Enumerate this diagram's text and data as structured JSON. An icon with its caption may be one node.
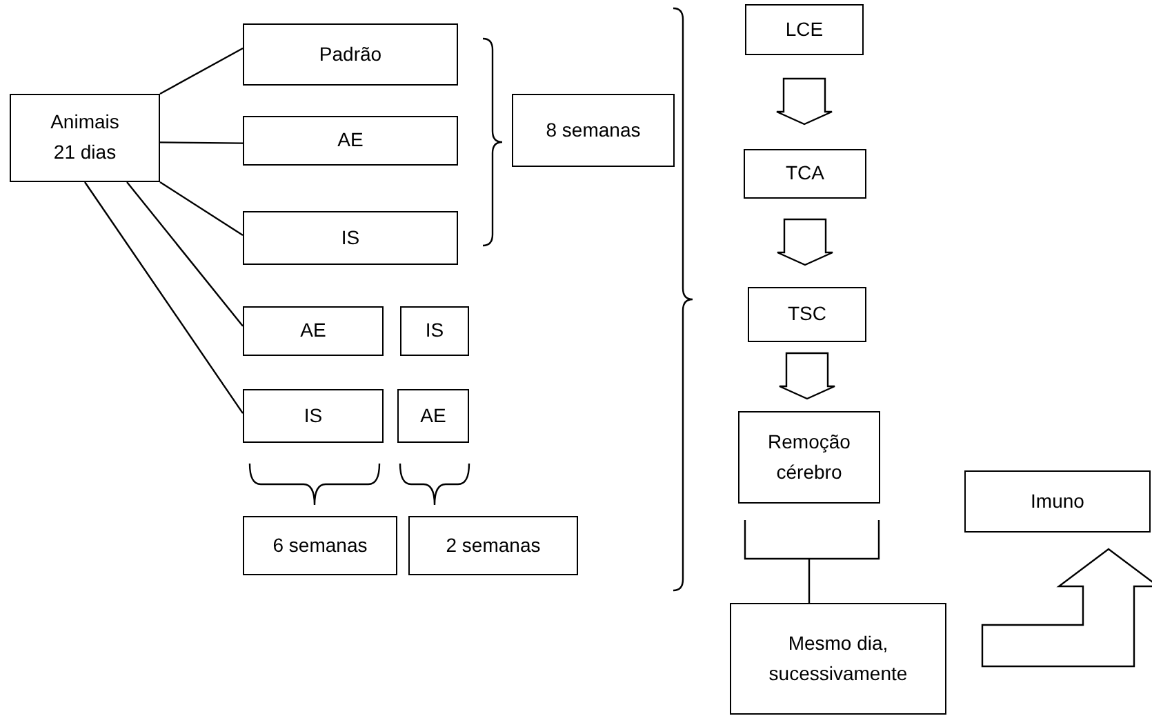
{
  "diagram": {
    "nodes": [
      {
        "text": [
          "Animais 21 dias"
        ]
      },
      {
        "text": [
          "Padrão"
        ]
      },
      {
        "text": [
          "AE"
        ]
      },
      {
        "text": [
          "IS"
        ]
      },
      {
        "text": [
          "8 semanas"
        ]
      },
      {
        "text": [
          "AE"
        ]
      },
      {
        "text": [
          "IS"
        ]
      },
      {
        "text": [
          "IS"
        ]
      },
      {
        "text": [
          "AE"
        ]
      },
      {
        "text": [
          "6 semanas"
        ]
      },
      {
        "text": [
          "2 semanas"
        ]
      },
      {
        "text": [
          "LCE"
        ]
      },
      {
        "text": [
          "TCA"
        ]
      },
      {
        "text": [
          "TSC"
        ]
      },
      {
        "text": [
          "Remoção cérebro"
        ]
      },
      {
        "text": [
          "Mesmo dia, sucessivamente"
        ]
      },
      {
        "text": [
          "Imuno"
        ]
      }
    ],
    "edges": [
      {
        "from": 0,
        "to": 1,
        "arrow": "none"
      },
      {
        "from": 0,
        "to": 2,
        "arrow": "none"
      },
      {
        "from": 0,
        "to": 3,
        "arrow": "none"
      },
      {
        "from": 0,
        "to": 5,
        "arrow": "none"
      },
      {
        "from": 0,
        "to": 7,
        "arrow": "none"
      },
      {
        "from": 11,
        "to": 12,
        "arrow": "to"
      },
      {
        "from": 12,
        "to": 13,
        "arrow": "to"
      },
      {
        "from": 13,
        "to": 14,
        "arrow": "to"
      },
      {
        "from": 14,
        "to": 15,
        "arrow": "none"
      },
      {
        "from": 15,
        "to": 16,
        "arrow": "to"
      }
    ]
  }
}
